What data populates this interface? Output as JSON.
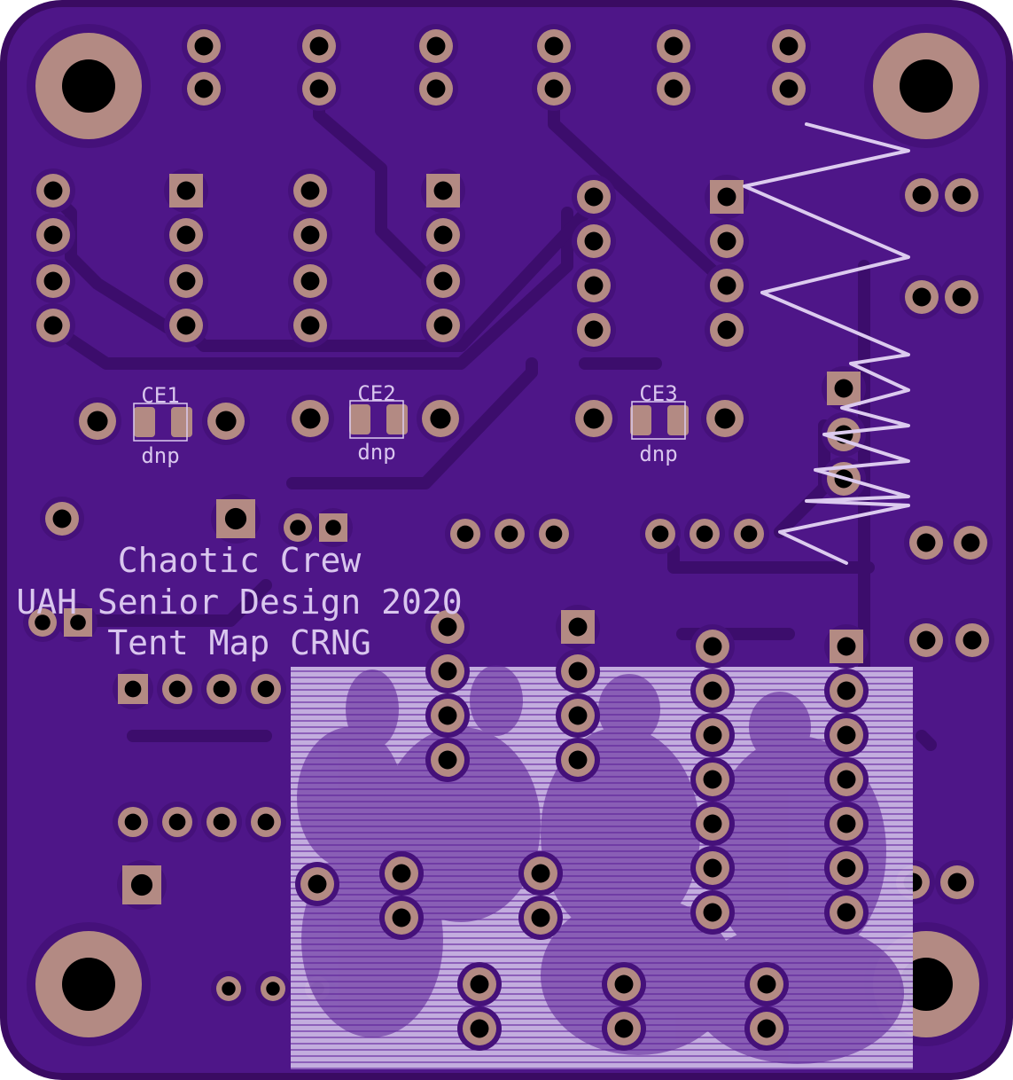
{
  "board": {
    "colors": {
      "board_edge": "#3a0b62",
      "board_fill": "#4e1688",
      "copper_pour": "#45117a",
      "trace": "#3c0d6c",
      "pad_copper": "#b38a83",
      "hole": "#000000",
      "silkscreen": "#dccbef"
    },
    "labels": {
      "ce1": "CE1",
      "ce2": "CE2",
      "ce3": "CE3",
      "dnp1": "dnp",
      "dnp2": "dnp",
      "dnp3": "dnp",
      "line1": "Chaotic Crew",
      "line2": "UAH Senior Design 2020",
      "line3": "Tent Map CRNG"
    },
    "artwork": {
      "graph_icon": "tent-map-zigzag-graphic",
      "photo_icon": "team-photo-halftone"
    }
  }
}
